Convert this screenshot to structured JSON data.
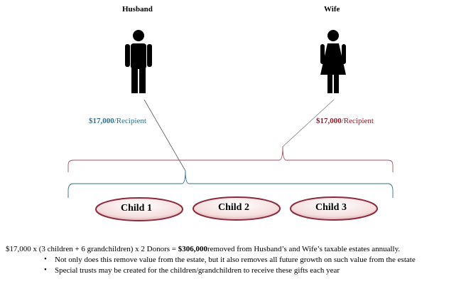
{
  "donors": {
    "husband": "Husband",
    "wife": "Wife"
  },
  "gift_labels": {
    "husband_amount": "$17,000",
    "husband_suffix": "/Recipient",
    "wife_amount": "$17,000",
    "wife_suffix": "/Recipient"
  },
  "children": [
    "Child 1",
    "Child 2",
    "Child 3"
  ],
  "summary": {
    "prefix": "$17,000 x (3 children + 6 grandchildren) x 2 Donors = ",
    "amount": "$306,000",
    "suffix": "removed from Husband’s and Wife’s taxable estates annually."
  },
  "bullets": [
    "Not only does this remove value from the estate, but it also removes all future growth on such value from the estate",
    "Special trusts may be created for the children/grandchildren  to receive these gifts each year"
  ],
  "colors": {
    "husband": "#2e6f8e",
    "wife": "#8b1c2a",
    "bracket": "#a05060"
  }
}
